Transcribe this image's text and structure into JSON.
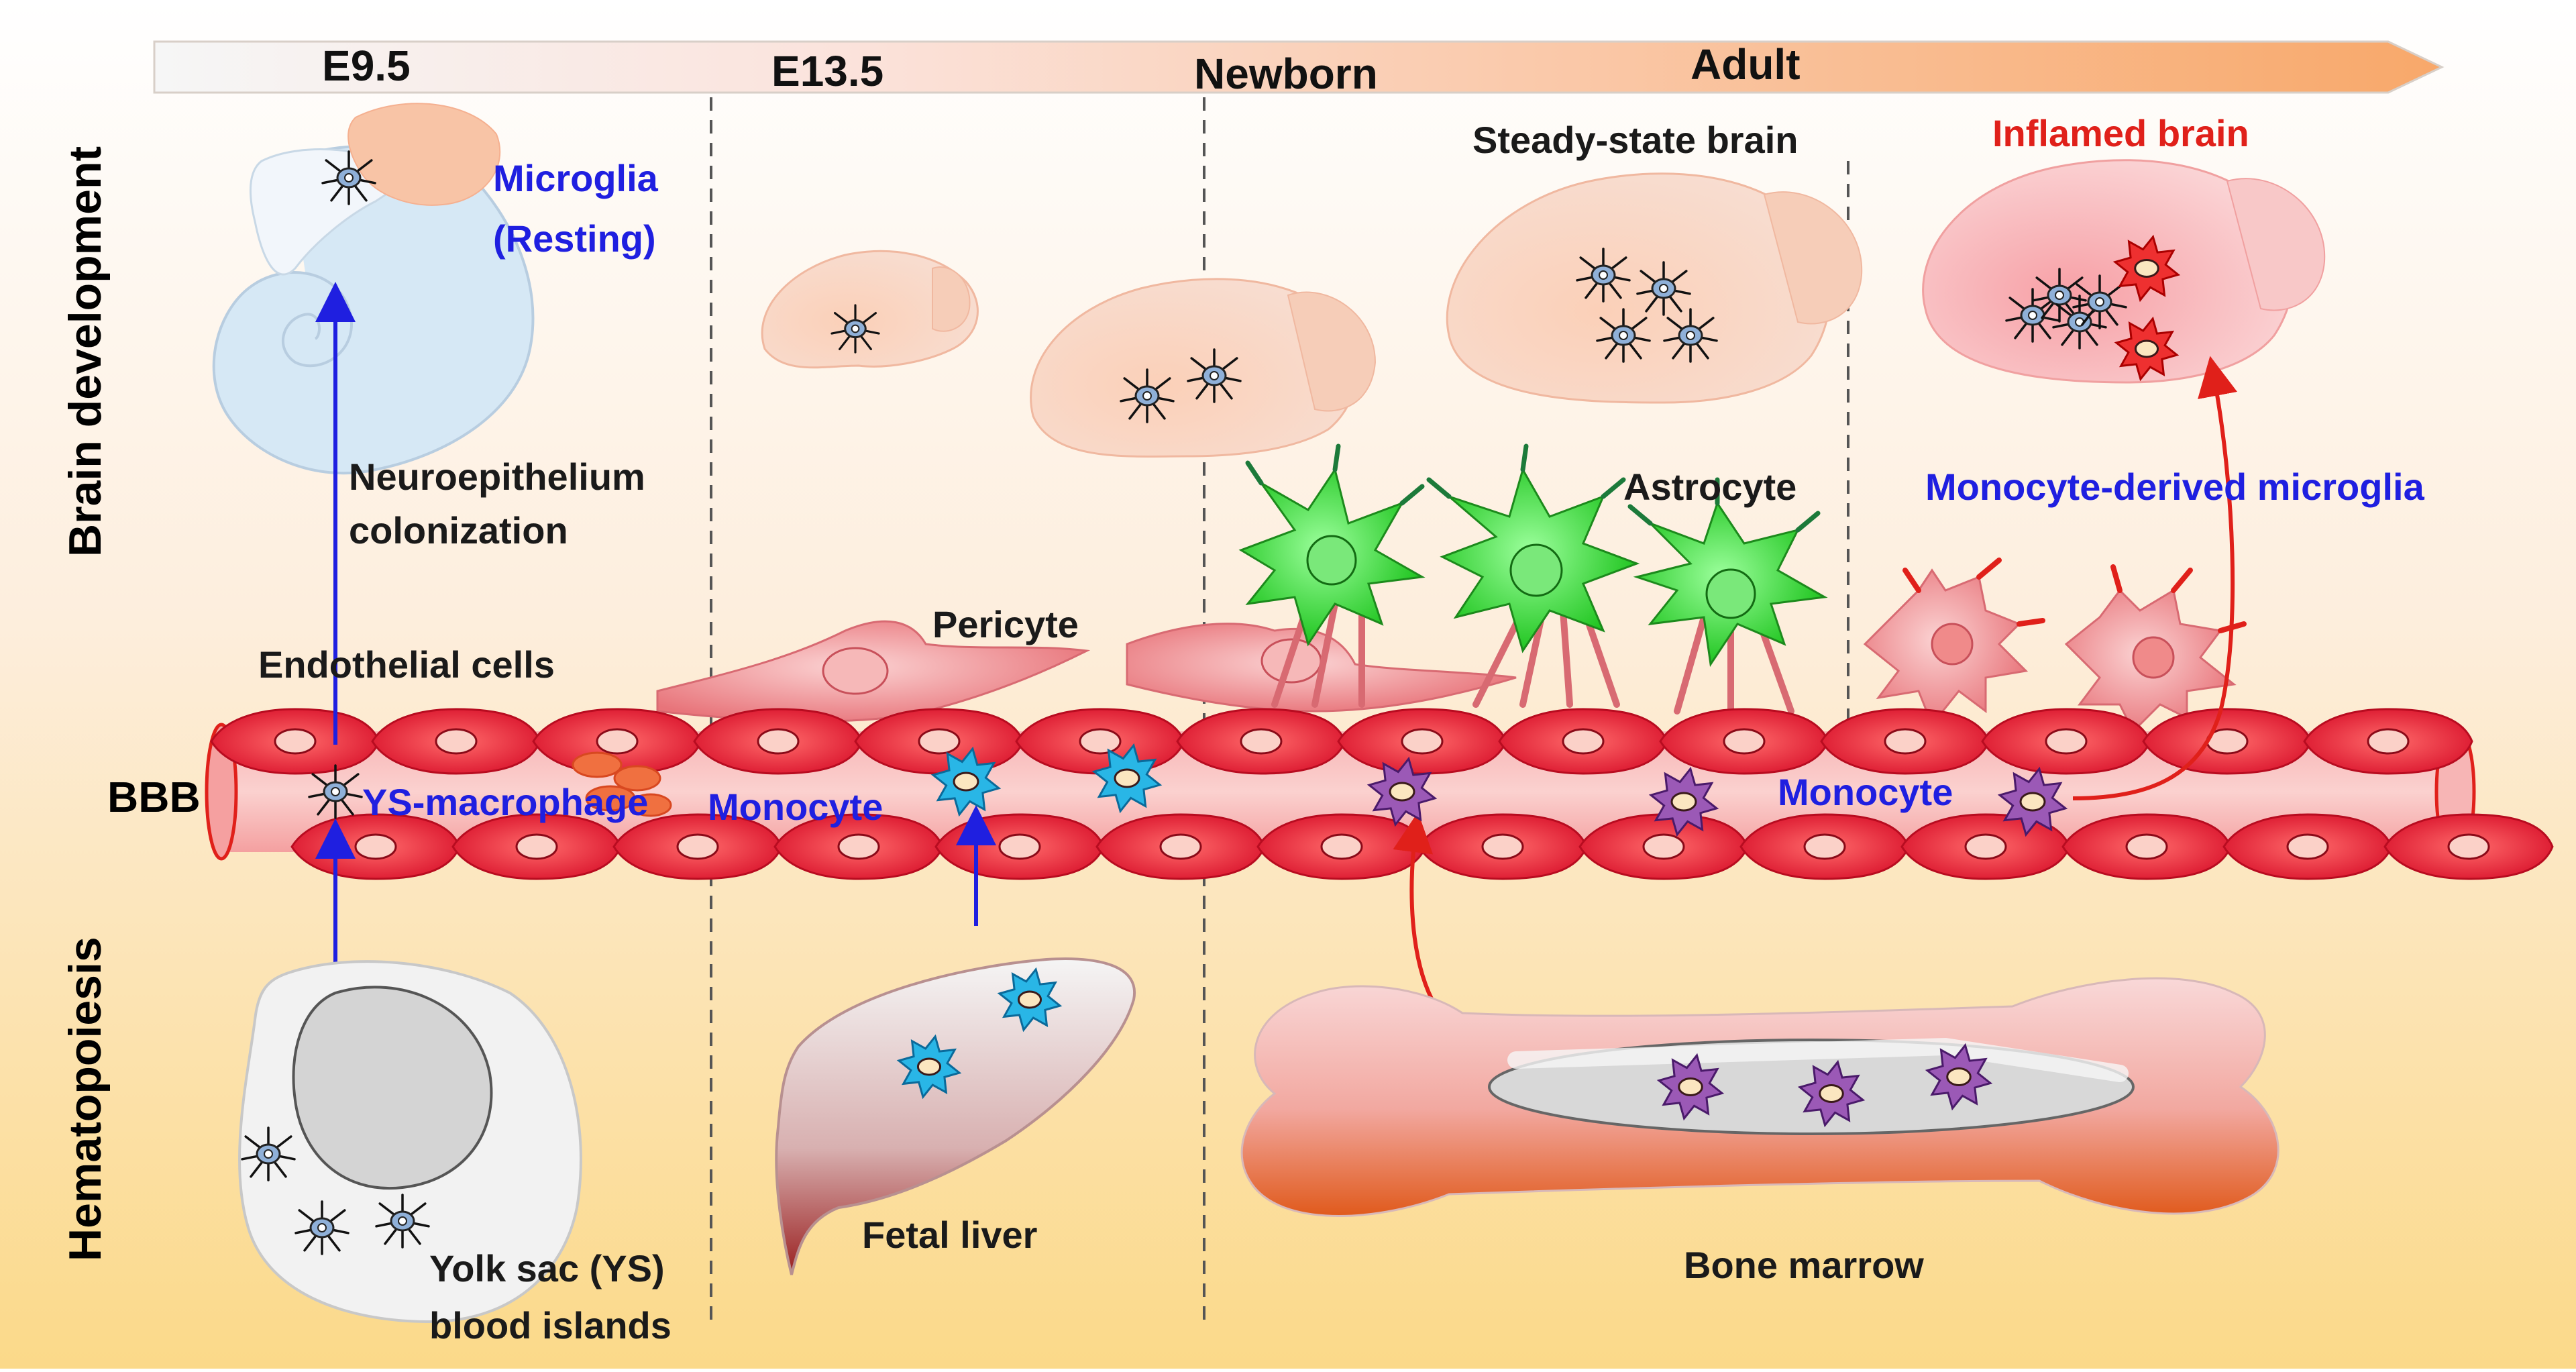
{
  "timeline": {
    "stages": [
      "E9.5",
      "E13.5",
      "Newborn",
      "Adult"
    ]
  },
  "sides": {
    "top": "Brain development",
    "bottom": "Hematopoiesis"
  },
  "labels": {
    "microglia_line1": "Microglia",
    "microglia_line2": "(Resting)",
    "neuro_line1": "Neuroepithelium",
    "neuro_line2": "colonization",
    "steady_state": "Steady-state brain",
    "inflamed": "Inflamed brain",
    "astrocyte": "Astrocyte",
    "monocyte_derived": "Monocyte-derived microglia",
    "pericyte": "Pericyte",
    "endothelial": "Endothelial cells",
    "bbb": "BBB",
    "ys_macrophage": "YS-macrophage",
    "monocyte_left": "Monocyte",
    "monocyte_right": "Monocyte",
    "yolk_line1": "Yolk sac (YS)",
    "yolk_line2": "blood islands",
    "fetal_liver": "Fetal liver",
    "bone_marrow": "Bone marrow"
  },
  "colors": {
    "blue_label": "#1f1fe0",
    "red_label": "#e0201a",
    "vessel": "#e8283a",
    "microglia_cell": "#8fb0d8",
    "monocyte_fetal": "#29b6e6",
    "monocyte_adult": "#9b59b6",
    "astrocyte": "#2ee02e",
    "inflamed_cell": "#ee3030"
  }
}
